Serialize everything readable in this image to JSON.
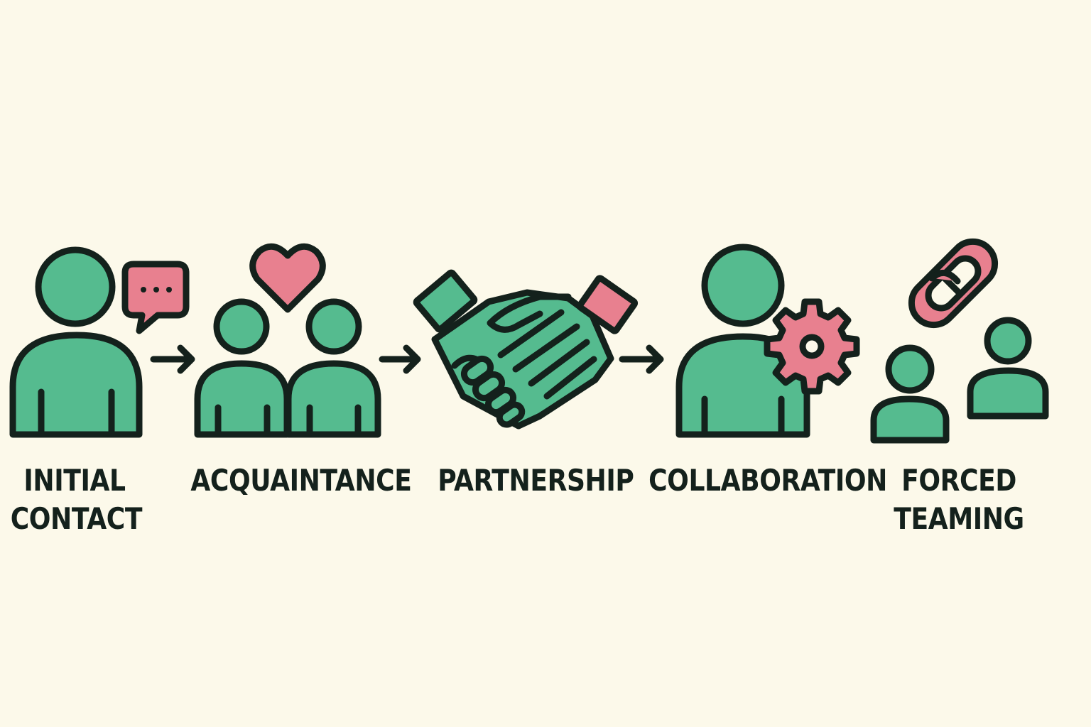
{
  "colors": {
    "background": "#fcf9ea",
    "primary_fill": "#55bb8f",
    "accent_fill": "#e8808f",
    "outline": "#14211c"
  },
  "steps": [
    {
      "icon": "person-speech-bubble-icon",
      "label_lines": [
        "INITIAL",
        "CONTACT"
      ]
    },
    {
      "icon": "two-people-heart-icon",
      "label_lines": [
        "ACQUAINTANCE"
      ]
    },
    {
      "icon": "handshake-icon",
      "label_lines": [
        "PARTNERSHIP"
      ]
    },
    {
      "icon": "person-gear-icon",
      "label_lines": [
        "COLLABORATION"
      ]
    },
    {
      "icon": "two-people-chain-link-icon",
      "label_lines": [
        "FORCED",
        "TEAMING"
      ]
    }
  ],
  "connectors": [
    "arrow-right-icon",
    "arrow-right-icon",
    "arrow-right-icon"
  ]
}
